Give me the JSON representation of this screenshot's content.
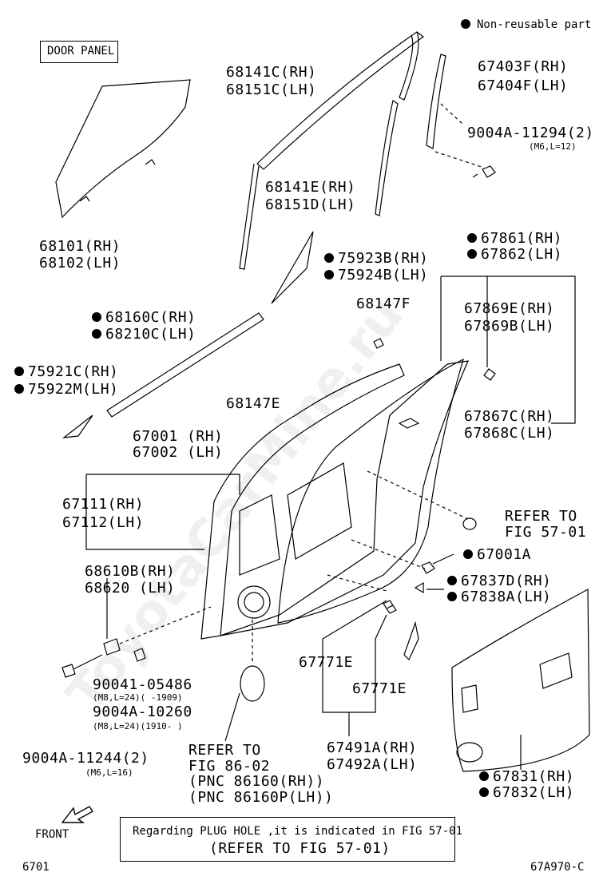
{
  "header": {
    "legend_text": "Non-reusable part",
    "section_label": "DOOR PANEL"
  },
  "watermark": "ToyotaCarMine.ru",
  "callouts": {
    "c68141C": "68141C(RH)",
    "c68151C": "68151C(LH)",
    "c67403F": "67403F(RH)",
    "c67404F": "67404F(LH)",
    "c9004A11294": "9004A-11294(2)",
    "c9004A11294_spec": "(M6,L=12)",
    "c68141E": "68141E(RH)",
    "c68151D": "68151D(LH)",
    "c68101": "68101(RH)",
    "c68102": "68102(LH)",
    "c67861": "67861(RH)",
    "c67862": "67862(LH)",
    "c75923B": "75923B(RH)",
    "c75924B": "75924B(LH)",
    "c68147F": "68147F",
    "c67869E": "67869E(RH)",
    "c67869B": "67869B(LH)",
    "c68160C": "68160C(RH)",
    "c68210C": "68210C(LH)",
    "c75921C": "75921C(RH)",
    "c75922M": "75922M(LH)",
    "c68147E": "68147E",
    "c67867C": "67867C(RH)",
    "c67868C": "67868C(LH)",
    "c67001": "67001 (RH)",
    "c67002": "67002 (LH)",
    "c67111": "67111(RH)",
    "c67112": "67112(LH)",
    "c_refer57_1": "REFER TO",
    "c_refer57_2": "FIG 57-01",
    "c67001A": "67001A",
    "c68610B": "68610B(RH)",
    "c68620": "68620 (LH)",
    "c67837D": "67837D(RH)",
    "c67838A": "67838A(LH)",
    "c67771E_a": "67771E",
    "c67771E_b": "67771E",
    "c90041": "90041-05486",
    "c90041_spec": "(M8,L=24)(      -1909)",
    "c9004A10260": "9004A-10260",
    "c9004A10260_spec": "(M8,L=24)(1910-      )",
    "c67491A": "67491A(RH)",
    "c67492A": "67492A(LH)",
    "c9004A11244": "9004A-11244(2)",
    "c9004A11244_spec": "(M6,L=16)",
    "c_refer86_1": "REFER TO",
    "c_refer86_2": "FIG 86-02",
    "c_refer86_3": "(PNC 86160(RH))",
    "c_refer86_4": "(PNC 86160P(LH))",
    "c67831": "67831(RH)",
    "c67832": "67832(LH)"
  },
  "footer": {
    "front_label": "FRONT",
    "note_line1": "Regarding PLUG HOLE ,it is indicated in FIG 57-01",
    "note_line2": "(REFER TO FIG  57-01)",
    "page_code": "6701",
    "figure_code": "67A970-C"
  }
}
